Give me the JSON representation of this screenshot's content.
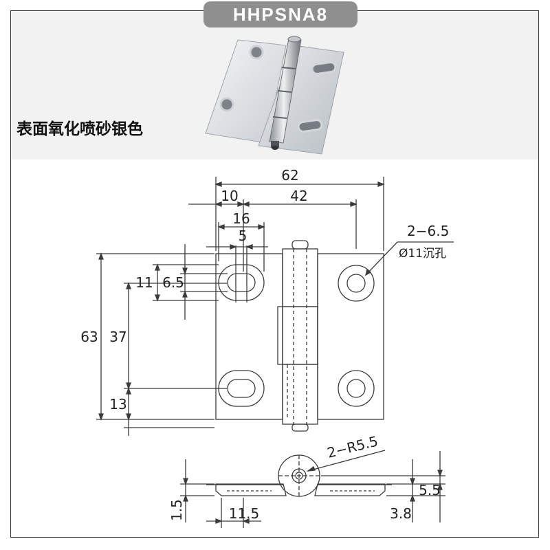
{
  "title": "HHPSNA8",
  "finish_label": "表面氧化喷砂银色",
  "dimensions": {
    "overall_width": "62",
    "offset_left": "10",
    "hole_spacing_x": "42",
    "slot_length": "16",
    "slot_width": "5",
    "slot_outer": "11",
    "slot_inner": "6.5",
    "overall_height": "63",
    "hole_spacing_y": "37",
    "hole_offset_bottom": "13",
    "hole_spec_line1": "2−6.5",
    "hole_spec_line2": "Ø11沉孔",
    "knuckle_radius": "2−R5.5",
    "plate_thickness": "1.5",
    "side_offset": "11.5",
    "knuckle_height": "5.5",
    "knuckle_pin_offset": "3.8"
  },
  "colors": {
    "line": "#3a3a3a",
    "badge": "#8f8f8f",
    "panel": "#f2f2f2"
  }
}
